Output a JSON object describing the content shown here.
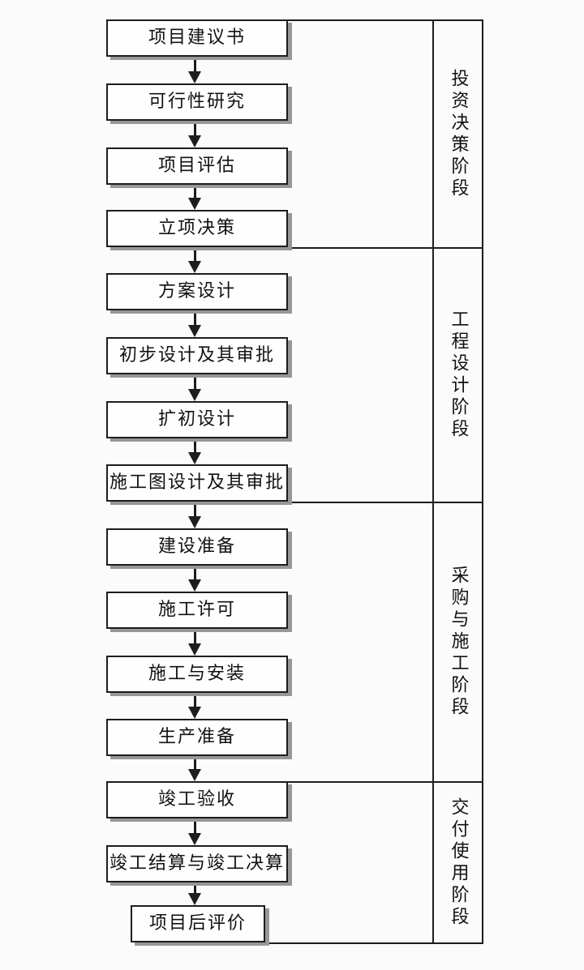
{
  "flow": {
    "steps": [
      {
        "label": "项目建议书"
      },
      {
        "label": "可行性研究"
      },
      {
        "label": "项目评估"
      },
      {
        "label": "立项决策"
      },
      {
        "label": "方案设计"
      },
      {
        "label": "初步设计及其审批"
      },
      {
        "label": "扩初设计"
      },
      {
        "label": "施工图设计及其审批"
      },
      {
        "label": "建设准备"
      },
      {
        "label": "施工许可"
      },
      {
        "label": "施工与安装"
      },
      {
        "label": "生产准备"
      },
      {
        "label": "竣工验收"
      },
      {
        "label": "竣工结算与竣工决算"
      },
      {
        "label": "项目后评价"
      }
    ]
  },
  "phases": [
    {
      "label": "投资决策阶段",
      "steps_covered": [
        "项目建议书",
        "可行性研究",
        "项目评估",
        "立项决策"
      ]
    },
    {
      "label": "工程设计阶段",
      "steps_covered": [
        "方案设计",
        "初步设计及其审批",
        "扩初设计",
        "施工图设计及其审批"
      ]
    },
    {
      "label": "采购与施工阶段",
      "steps_covered": [
        "建设准备",
        "施工许可",
        "施工与安装",
        "生产准备"
      ]
    },
    {
      "label": "交付使用阶段",
      "steps_covered": [
        "竣工验收",
        "竣工结算与竣工决算",
        "项目后评价"
      ]
    }
  ],
  "colors": {
    "line": "#1d1d1d",
    "shadow": "#979797",
    "box_fill": "#fefefe",
    "background": "#fbfbfb",
    "text": "#111111"
  }
}
